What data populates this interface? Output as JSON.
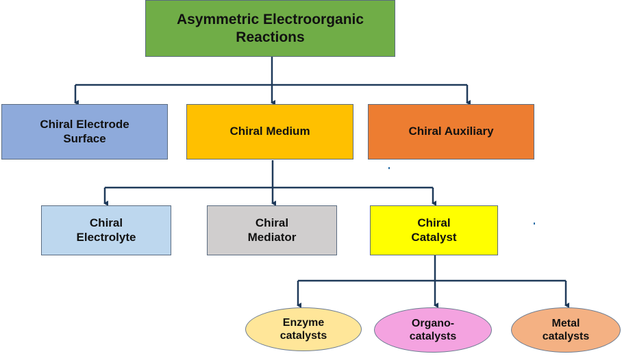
{
  "colors": {
    "green": "#70ad47",
    "blue": "#8eaadb",
    "gold": "#ffc000",
    "orange": "#ed7d31",
    "light_blue": "#bdd7ee",
    "gray": "#d0cece",
    "yellow": "#ffff00",
    "pale_yellow": "#ffe699",
    "pink": "#f4a3e0",
    "salmon": "#f4b183",
    "connector": "#1f3a5a"
  },
  "nodes": {
    "root": "Asymmetric Electroorganic\nReactions",
    "electrode": "Chiral Electrode\nSurface",
    "medium": "Chiral Medium",
    "auxiliary": "Chiral Auxiliary",
    "electrolyte": "Chiral\nElectrolyte",
    "mediator": "Chiral\nMediator",
    "catalyst": "Chiral\nCatalyst",
    "enzyme": "Enzyme\ncatalysts",
    "organo": "Organo-\ncatalysts",
    "metal": "Metal\ncatalysts"
  }
}
